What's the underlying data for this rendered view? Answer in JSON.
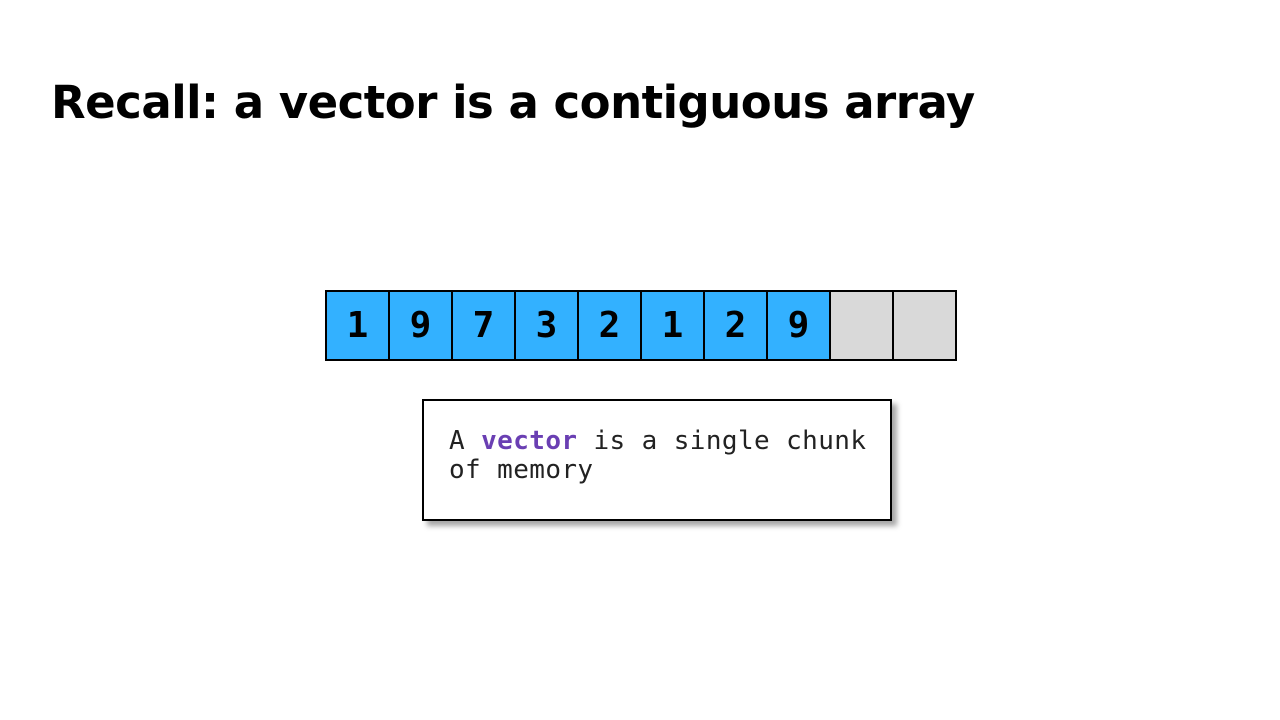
{
  "slide": {
    "title": "Recall: a vector is a contiguous array"
  },
  "array": {
    "cells": [
      "1",
      "9",
      "7",
      "3",
      "2",
      "1",
      "2",
      "9",
      "",
      ""
    ],
    "filled_color": "#33b1ff",
    "empty_color": "#d9d9d9",
    "border_color": "#000000"
  },
  "note": {
    "prefix": "A ",
    "keyword": "vector",
    "keyword_color": "#6a3fb3",
    "suffix": " is a single chunk of memory"
  }
}
